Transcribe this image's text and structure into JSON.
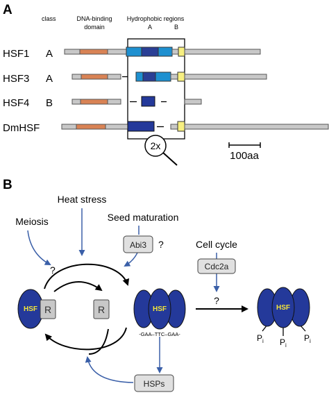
{
  "panel_a": {
    "label": "A",
    "col_class": "class",
    "col_dbd_line1": "DNA-binding",
    "col_dbd_line2": "domain",
    "col_hydro": "Hydrophobic regions",
    "col_hydro_a": "A",
    "col_hydro_b": "B",
    "rows": [
      {
        "name": "HSF1",
        "cls": "A"
      },
      {
        "name": "HSF3",
        "cls": "A"
      },
      {
        "name": "HSF4",
        "cls": "B"
      },
      {
        "name": "DmHSF",
        "cls": ""
      }
    ],
    "magnifier": "2x",
    "scale": "100aa"
  },
  "panel_b": {
    "label": "B",
    "heat_stress": "Heat stress",
    "meiosis": "Meiosis",
    "seed_maturation": "Seed maturation",
    "abi3": "Abi3",
    "q1": "?",
    "q2": "?",
    "q3": "?",
    "cell_cycle": "Cell cycle",
    "cdc2a": "Cdc2a",
    "hsf": "HSF",
    "r": "R",
    "sequence": "-GAA–TTC–GAA-",
    "hsps": "HSPs",
    "pi": "P",
    "pi_sub": "i"
  },
  "colors": {
    "protein_body": "#c8c8c8",
    "dna_binding_domain": "#d98355",
    "hydrophobic_a_light": "#1e90d0",
    "hydrophobic_a_dark": "#2a3f95",
    "hydrophobic_b": "#f7ef80",
    "hsf_blue": "#24399a",
    "arrow_blue": "#3a5fa8",
    "hsf_text": "#f5e63a"
  }
}
